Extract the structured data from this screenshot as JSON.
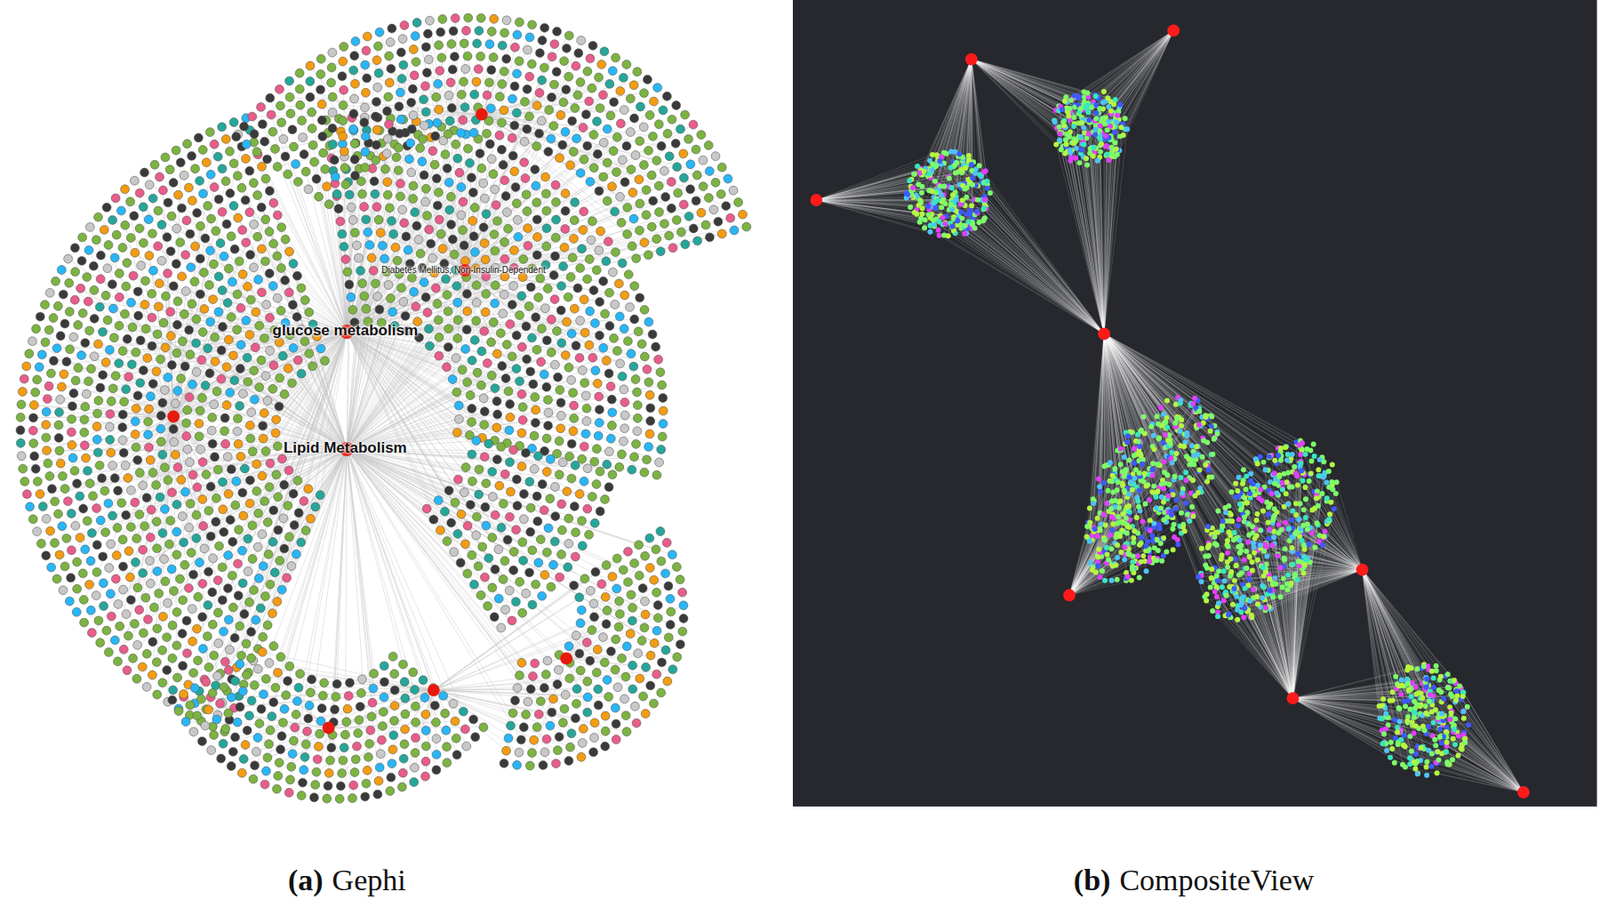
{
  "diagram": {
    "nodes": [
      {
        "text": [
          "glucose metabolism"
        ]
      },
      {
        "text": [
          "Lipid Metabolism"
        ]
      },
      {
        "text": [
          "Diabetes Mellitus, Non-Insulin-Dependent"
        ]
      }
    ],
    "labels": [
      "(a)",
      "Gephi",
      "(b)",
      "CompositeView"
    ]
  }
}
